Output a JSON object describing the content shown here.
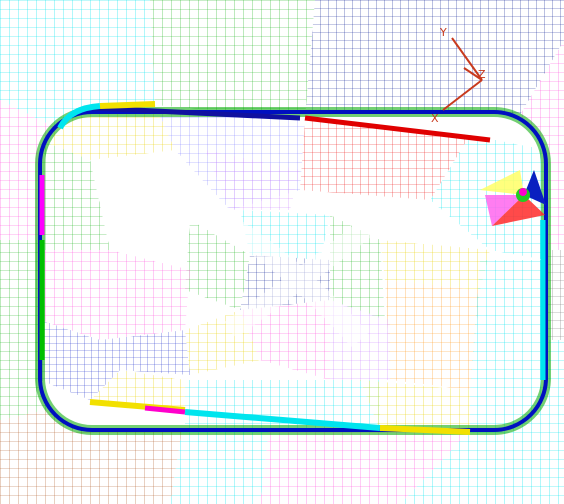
{
  "view": {
    "background": "#ffffff"
  },
  "mesh": {
    "type": "structured multi-block hexahedral mesh (wireframe)",
    "block_colors": [
      "#00ffff",
      "#00aa00",
      "#0000ff",
      "#ff0000",
      "#ff00ff",
      "#ffff00",
      "#ff8c00",
      "#8b4513",
      "#000080",
      "#808080"
    ]
  },
  "triad": {
    "color": "#c83a1e",
    "labels": {
      "y": "Y",
      "z": "Z",
      "x": "X"
    }
  }
}
